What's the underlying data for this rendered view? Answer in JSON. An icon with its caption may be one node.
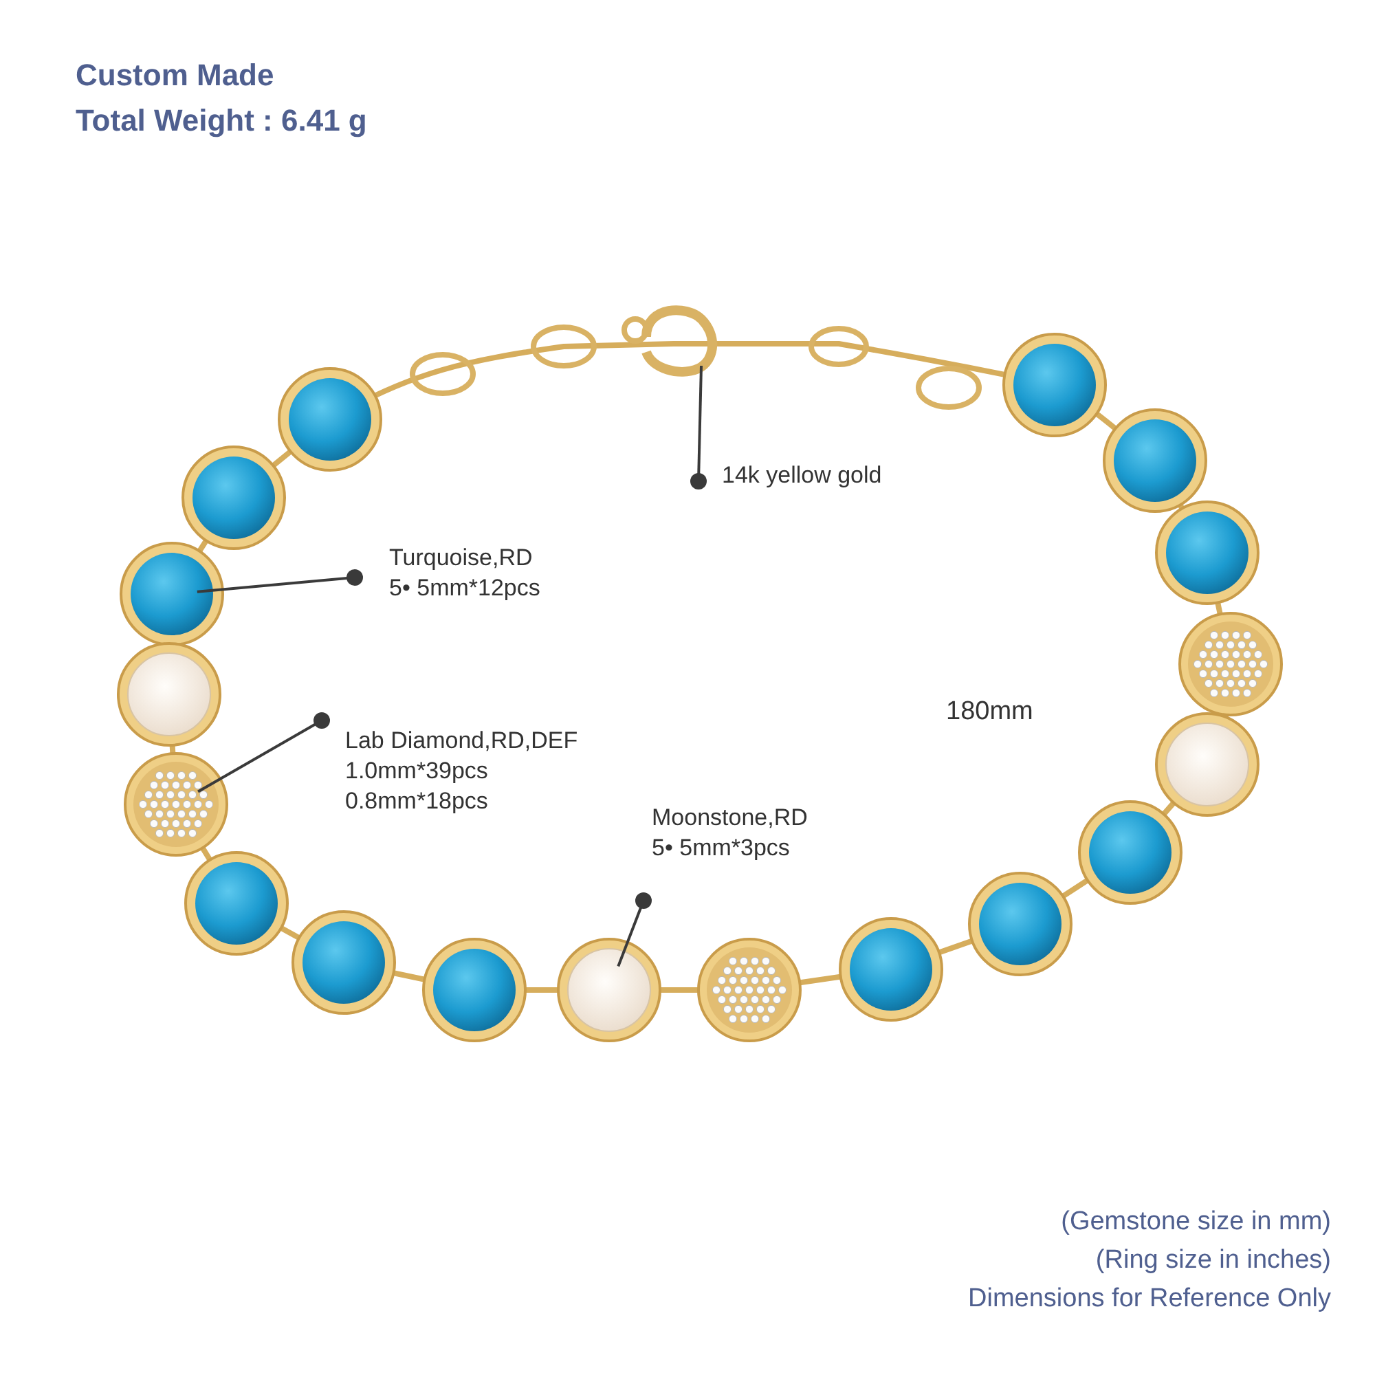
{
  "diagram": {
    "nodes": [
      {
        "text": [
          "14k yellow gold"
        ]
      },
      {
        "text": [],
        "shape": "picture"
      },
      {
        "text": [
          "Turquoise,RD",
          "5• 5mm*12pcs"
        ]
      },
      {
        "text": [],
        "shape": "picture"
      },
      {
        "text": [
          "Lab Diamond,RD,DEF",
          "1.0mm*39pcs",
          "0.8mm*18pcs"
        ]
      },
      {
        "text": [],
        "shape": "picture"
      },
      {
        "text": [
          "Moonstone,RD",
          "5• 5mm*3pcs"
        ]
      },
      {
        "text": [],
        "shape": "picture"
      },
      {
        "text": [],
        "shape": "picture"
      },
      {
        "text": [],
        "shape": "picture"
      },
      {
        "text": [],
        "shape": "picture"
      },
      {
        "text": [],
        "shape": "picture"
      },
      {
        "text": [],
        "shape": "picture"
      },
      {
        "text": [],
        "shape": "picture"
      },
      {
        "text": [],
        "shape": "picture"
      },
      {
        "text": [],
        "shape": "picture"
      },
      {
        "text": [],
        "shape": "picture"
      },
      {
        "text": [],
        "shape": "picture"
      },
      {
        "text": [],
        "shape": "picture"
      },
      {
        "text": [],
        "shape": "picture"
      },
      {
        "text": [],
        "shape": "picture"
      },
      {
        "text": [],
        "shape": "picture"
      },
      {
        "text": [],
        "shape": "picture"
      }
    ],
    "edges": [
      {
        "from": 0,
        "to": 1,
        "arrow": "other"
      },
      {
        "from": 2,
        "to": 3,
        "arrow": "other"
      },
      {
        "from": 4,
        "to": 5,
        "arrow": "other"
      },
      {
        "from": 6,
        "to": 7,
        "arrow": "other"
      }
    ],
    "labels": [
      "Custom Made",
      "Total Weight : 6.41 g",
      "180mm",
      "(Gemstone size in mm)",
      "(Ring size in inches)",
      "Dimensions for Reference Only"
    ]
  }
}
